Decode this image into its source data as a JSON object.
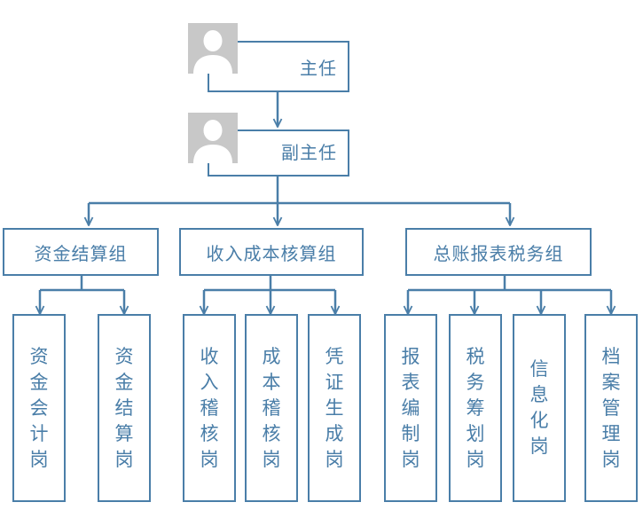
{
  "org_chart": {
    "colors": {
      "line": "#4a7ea8",
      "avatar_bg": "#c8c8c8",
      "avatar_fg": "#ffffff"
    },
    "avatar_icon": "user-placeholder-icon",
    "director": {
      "label": "主任"
    },
    "deputy_director": {
      "label": "副主任"
    },
    "groups": [
      {
        "label": "资金结算组",
        "posts": [
          {
            "label": "资金会计岗"
          },
          {
            "label": "资金结算岗"
          }
        ]
      },
      {
        "label": "收入成本核算组",
        "posts": [
          {
            "label": "收入稽核岗"
          },
          {
            "label": "成本稽核岗"
          },
          {
            "label": "凭证生成岗"
          }
        ]
      },
      {
        "label": "总账报表税务组",
        "posts": [
          {
            "label": "报表编制岗"
          },
          {
            "label": "税务筹划岗"
          },
          {
            "label": "信息化岗"
          },
          {
            "label": "档案管理岗"
          }
        ]
      }
    ]
  }
}
